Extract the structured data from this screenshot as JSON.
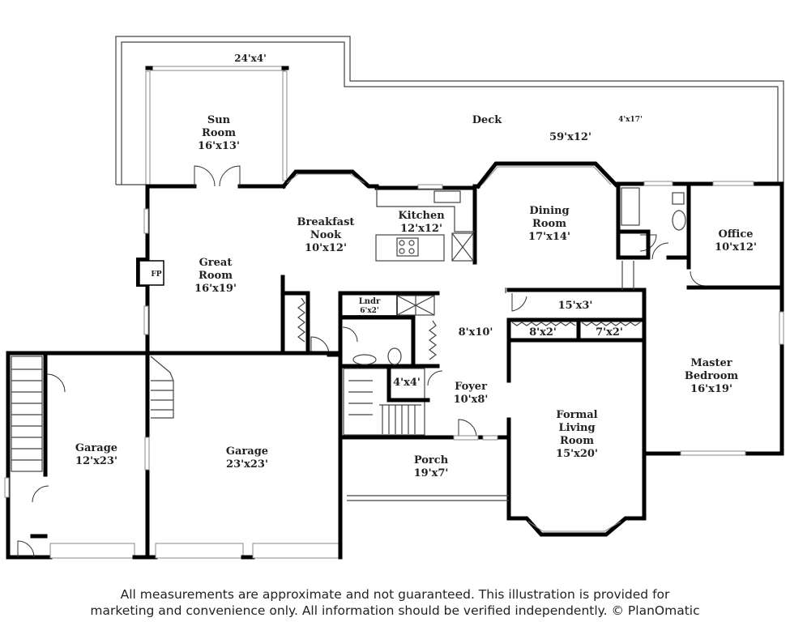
{
  "rooms": {
    "deck_small": {
      "dim": "24'x4'"
    },
    "sun_room": {
      "line1": "Sun",
      "line2": "Room",
      "dim": "16'x13'"
    },
    "deck": {
      "name": "Deck",
      "dim": "59'x12'",
      "dim2": "4'x17'"
    },
    "breakfast_nook": {
      "line1": "Breakfast",
      "line2": "Nook",
      "dim": "10'x12'"
    },
    "kitchen": {
      "name": "Kitchen",
      "dim": "12'x12'"
    },
    "dining_room": {
      "line1": "Dining",
      "line2": "Room",
      "dim": "17'x14'"
    },
    "office": {
      "name": "Office",
      "dim": "10'x12'"
    },
    "great_room": {
      "line1": "Great",
      "line2": "Room",
      "dim": "16'x19'"
    },
    "fireplace": {
      "label": "FP"
    },
    "laundry": {
      "name": "Lndr",
      "dim": "6'x2'"
    },
    "hall": {
      "dim": "15'x3'"
    },
    "closet1": {
      "dim": "8'x2'"
    },
    "closet2": {
      "dim": "7'x2'"
    },
    "center_hall": {
      "dim": "8'x10'"
    },
    "master_bedroom": {
      "line1": "Master",
      "line2": "Bedroom",
      "dim": "16'x19'"
    },
    "closet3": {
      "dim": "4'x4'"
    },
    "foyer": {
      "name": "Foyer",
      "dim": "10'x8'"
    },
    "garage_small": {
      "name": "Garage",
      "dim": "12'x23'"
    },
    "garage_large": {
      "name": "Garage",
      "dim": "23'x23'"
    },
    "formal_living": {
      "line1": "Formal",
      "line2": "Living",
      "line3": "Room",
      "dim": "15'x20'"
    },
    "porch": {
      "name": "Porch",
      "dim": "19'x7'"
    }
  },
  "disclaimer": {
    "line1": "All measurements are approximate and not guaranteed. This illustration is provided for",
    "line2": "marketing and convenience only. All information should be verified independently. © PlanOmatic"
  }
}
